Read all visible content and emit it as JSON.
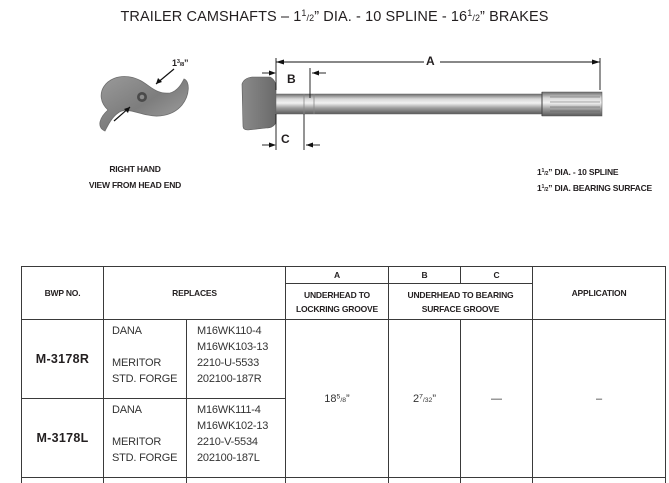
{
  "title": {
    "prefix": "TRAILER CAMSHAFTS – 1",
    "dia_sup": "1",
    "dia_sub": "/2",
    "middle": "” DIA. - 10 SPLINE - 16",
    "brake_sup": "1",
    "brake_sub": "/2",
    "suffix": "” BRAKES"
  },
  "cam_figure": {
    "dimension_whole": "1",
    "dimension_sup": "3",
    "dimension_sub": "/8",
    "dimension_unit": "”",
    "label_line1": "RIGHT HAND",
    "label_line2": "VIEW FROM HEAD END"
  },
  "shaft_figure": {
    "dim_a": "A",
    "dim_b": "B",
    "dim_c": "C"
  },
  "specs": {
    "line1_whole": "1",
    "line1_sup": "1",
    "line1_sub": "/2",
    "line1_text": "” DIA. - 10 SPLINE",
    "line2_whole": "1",
    "line2_sup": "1",
    "line2_sub": "/2",
    "line2_text": "” DIA. BEARING SURFACE"
  },
  "table": {
    "headers": {
      "bwp": "BWP NO.",
      "replaces": "REPLACES",
      "a_letter": "A",
      "b_letter": "B",
      "c_letter": "C",
      "a_desc_1": "UNDERHEAD TO",
      "a_desc_2": "LOCKRING GROOVE",
      "bc_desc_1": "UNDERHEAD TO BEARING",
      "bc_desc_2": "SURFACE GROOVE",
      "application": "APPLICATION"
    },
    "rows": [
      {
        "bwp_no": "M-3178R",
        "manufacturers": [
          "DANA",
          "",
          "MERITOR",
          "STD. FORGE"
        ],
        "part_numbers": [
          "M16WK110-4",
          "M16WK103-13",
          "2210-U-5533",
          "202100-187R"
        ]
      },
      {
        "bwp_no": "M-3178L",
        "manufacturers": [
          "DANA",
          "",
          "MERITOR",
          "STD. FORGE"
        ],
        "part_numbers": [
          "M16WK111-4",
          "M16WK102-13",
          "2210-V-5534",
          "202100-187L"
        ]
      }
    ],
    "shared": {
      "a_whole": "18",
      "a_sup": "5",
      "a_sub": "/8",
      "a_unit": "”",
      "b_whole": "2",
      "b_sup": "7",
      "b_sub": "/32",
      "b_unit": "”",
      "c_value": "—",
      "application": "–"
    }
  }
}
